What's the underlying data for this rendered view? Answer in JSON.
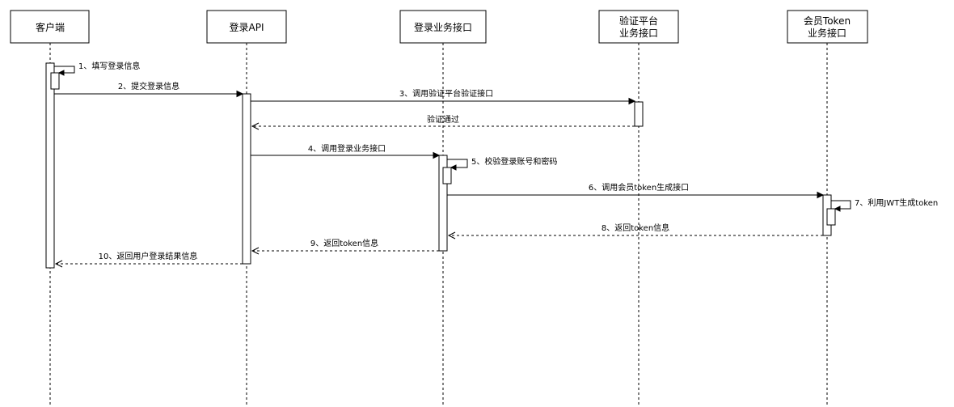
{
  "participants": [
    {
      "id": "client",
      "lines": [
        "客户端"
      ]
    },
    {
      "id": "login_api",
      "lines": [
        "登录API"
      ]
    },
    {
      "id": "login_service",
      "lines": [
        "登录业务接口"
      ]
    },
    {
      "id": "verify_platform",
      "lines": [
        "验证平台",
        "业务接口"
      ]
    },
    {
      "id": "member_token",
      "lines": [
        "会员Token",
        "业务接口"
      ]
    }
  ],
  "messages": [
    {
      "id": "m1",
      "from": "client",
      "to": "client",
      "kind": "self",
      "label": "1、填写登录信息"
    },
    {
      "id": "m2",
      "from": "client",
      "to": "login_api",
      "kind": "call",
      "label": "2、提交登录信息"
    },
    {
      "id": "m3",
      "from": "login_api",
      "to": "verify_platform",
      "kind": "call",
      "label": "3、调用验证平台验证接口"
    },
    {
      "id": "m3r",
      "from": "verify_platform",
      "to": "login_api",
      "kind": "return",
      "label": "验证通过"
    },
    {
      "id": "m4",
      "from": "login_api",
      "to": "login_service",
      "kind": "call",
      "label": "4、调用登录业务接口"
    },
    {
      "id": "m5",
      "from": "login_service",
      "to": "login_service",
      "kind": "self",
      "label": "5、校验登录账号和密码"
    },
    {
      "id": "m6",
      "from": "login_service",
      "to": "member_token",
      "kind": "call",
      "label": "6、调用会员token生成接口"
    },
    {
      "id": "m7",
      "from": "member_token",
      "to": "member_token",
      "kind": "self",
      "label": "7、利用JWT生成token"
    },
    {
      "id": "m8",
      "from": "member_token",
      "to": "login_service",
      "kind": "return",
      "label": "8、返回token信息"
    },
    {
      "id": "m9",
      "from": "login_service",
      "to": "login_api",
      "kind": "return",
      "label": "9、返回token信息"
    },
    {
      "id": "m10",
      "from": "login_api",
      "to": "client",
      "kind": "return",
      "label": "10、返回用户登录结果信息"
    }
  ]
}
